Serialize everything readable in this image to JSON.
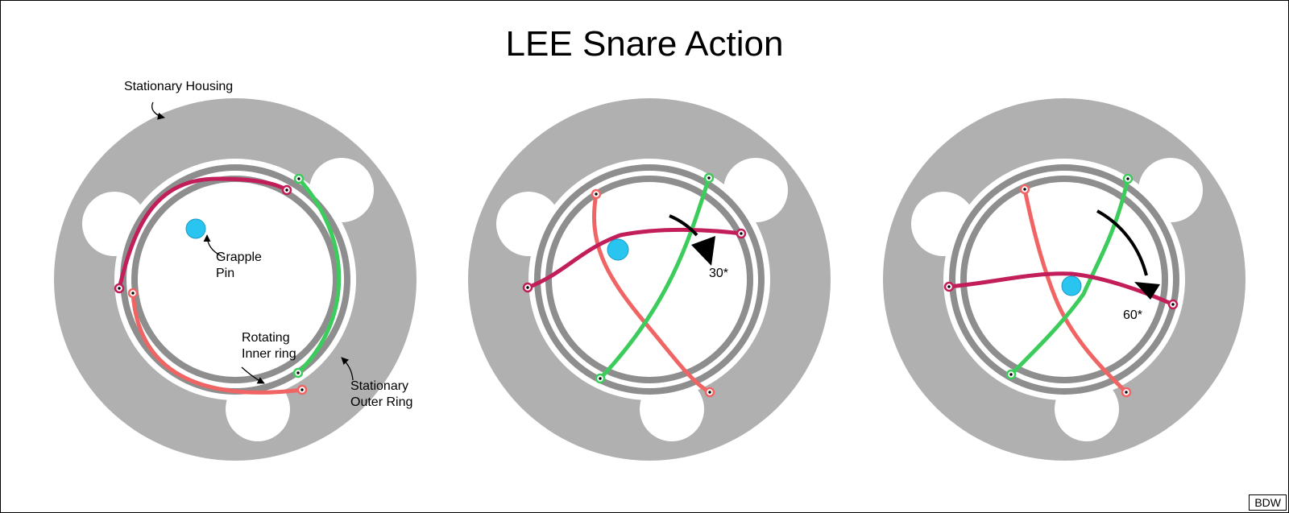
{
  "title": "LEE Snare Action",
  "labels": {
    "stationary_housing": "Stationary Housing",
    "grapple_pin": [
      "Grapple",
      "Pin"
    ],
    "rotating_inner_ring": [
      "Rotating",
      "Inner ring"
    ],
    "stationary_outer_ring": [
      "Stationary",
      "Outer Ring"
    ]
  },
  "panels": [
    {
      "rotation_label": ""
    },
    {
      "rotation_label": "30*"
    },
    {
      "rotation_label": "60*"
    }
  ],
  "signature": "BDW",
  "colors": {
    "housing": "#b0b0b0",
    "rings": "#8e8e8e",
    "pin": "#29c4f0",
    "wire_dark": "#c21e5a",
    "wire_light": "#f06464",
    "wire_green": "#3ccc5c"
  }
}
